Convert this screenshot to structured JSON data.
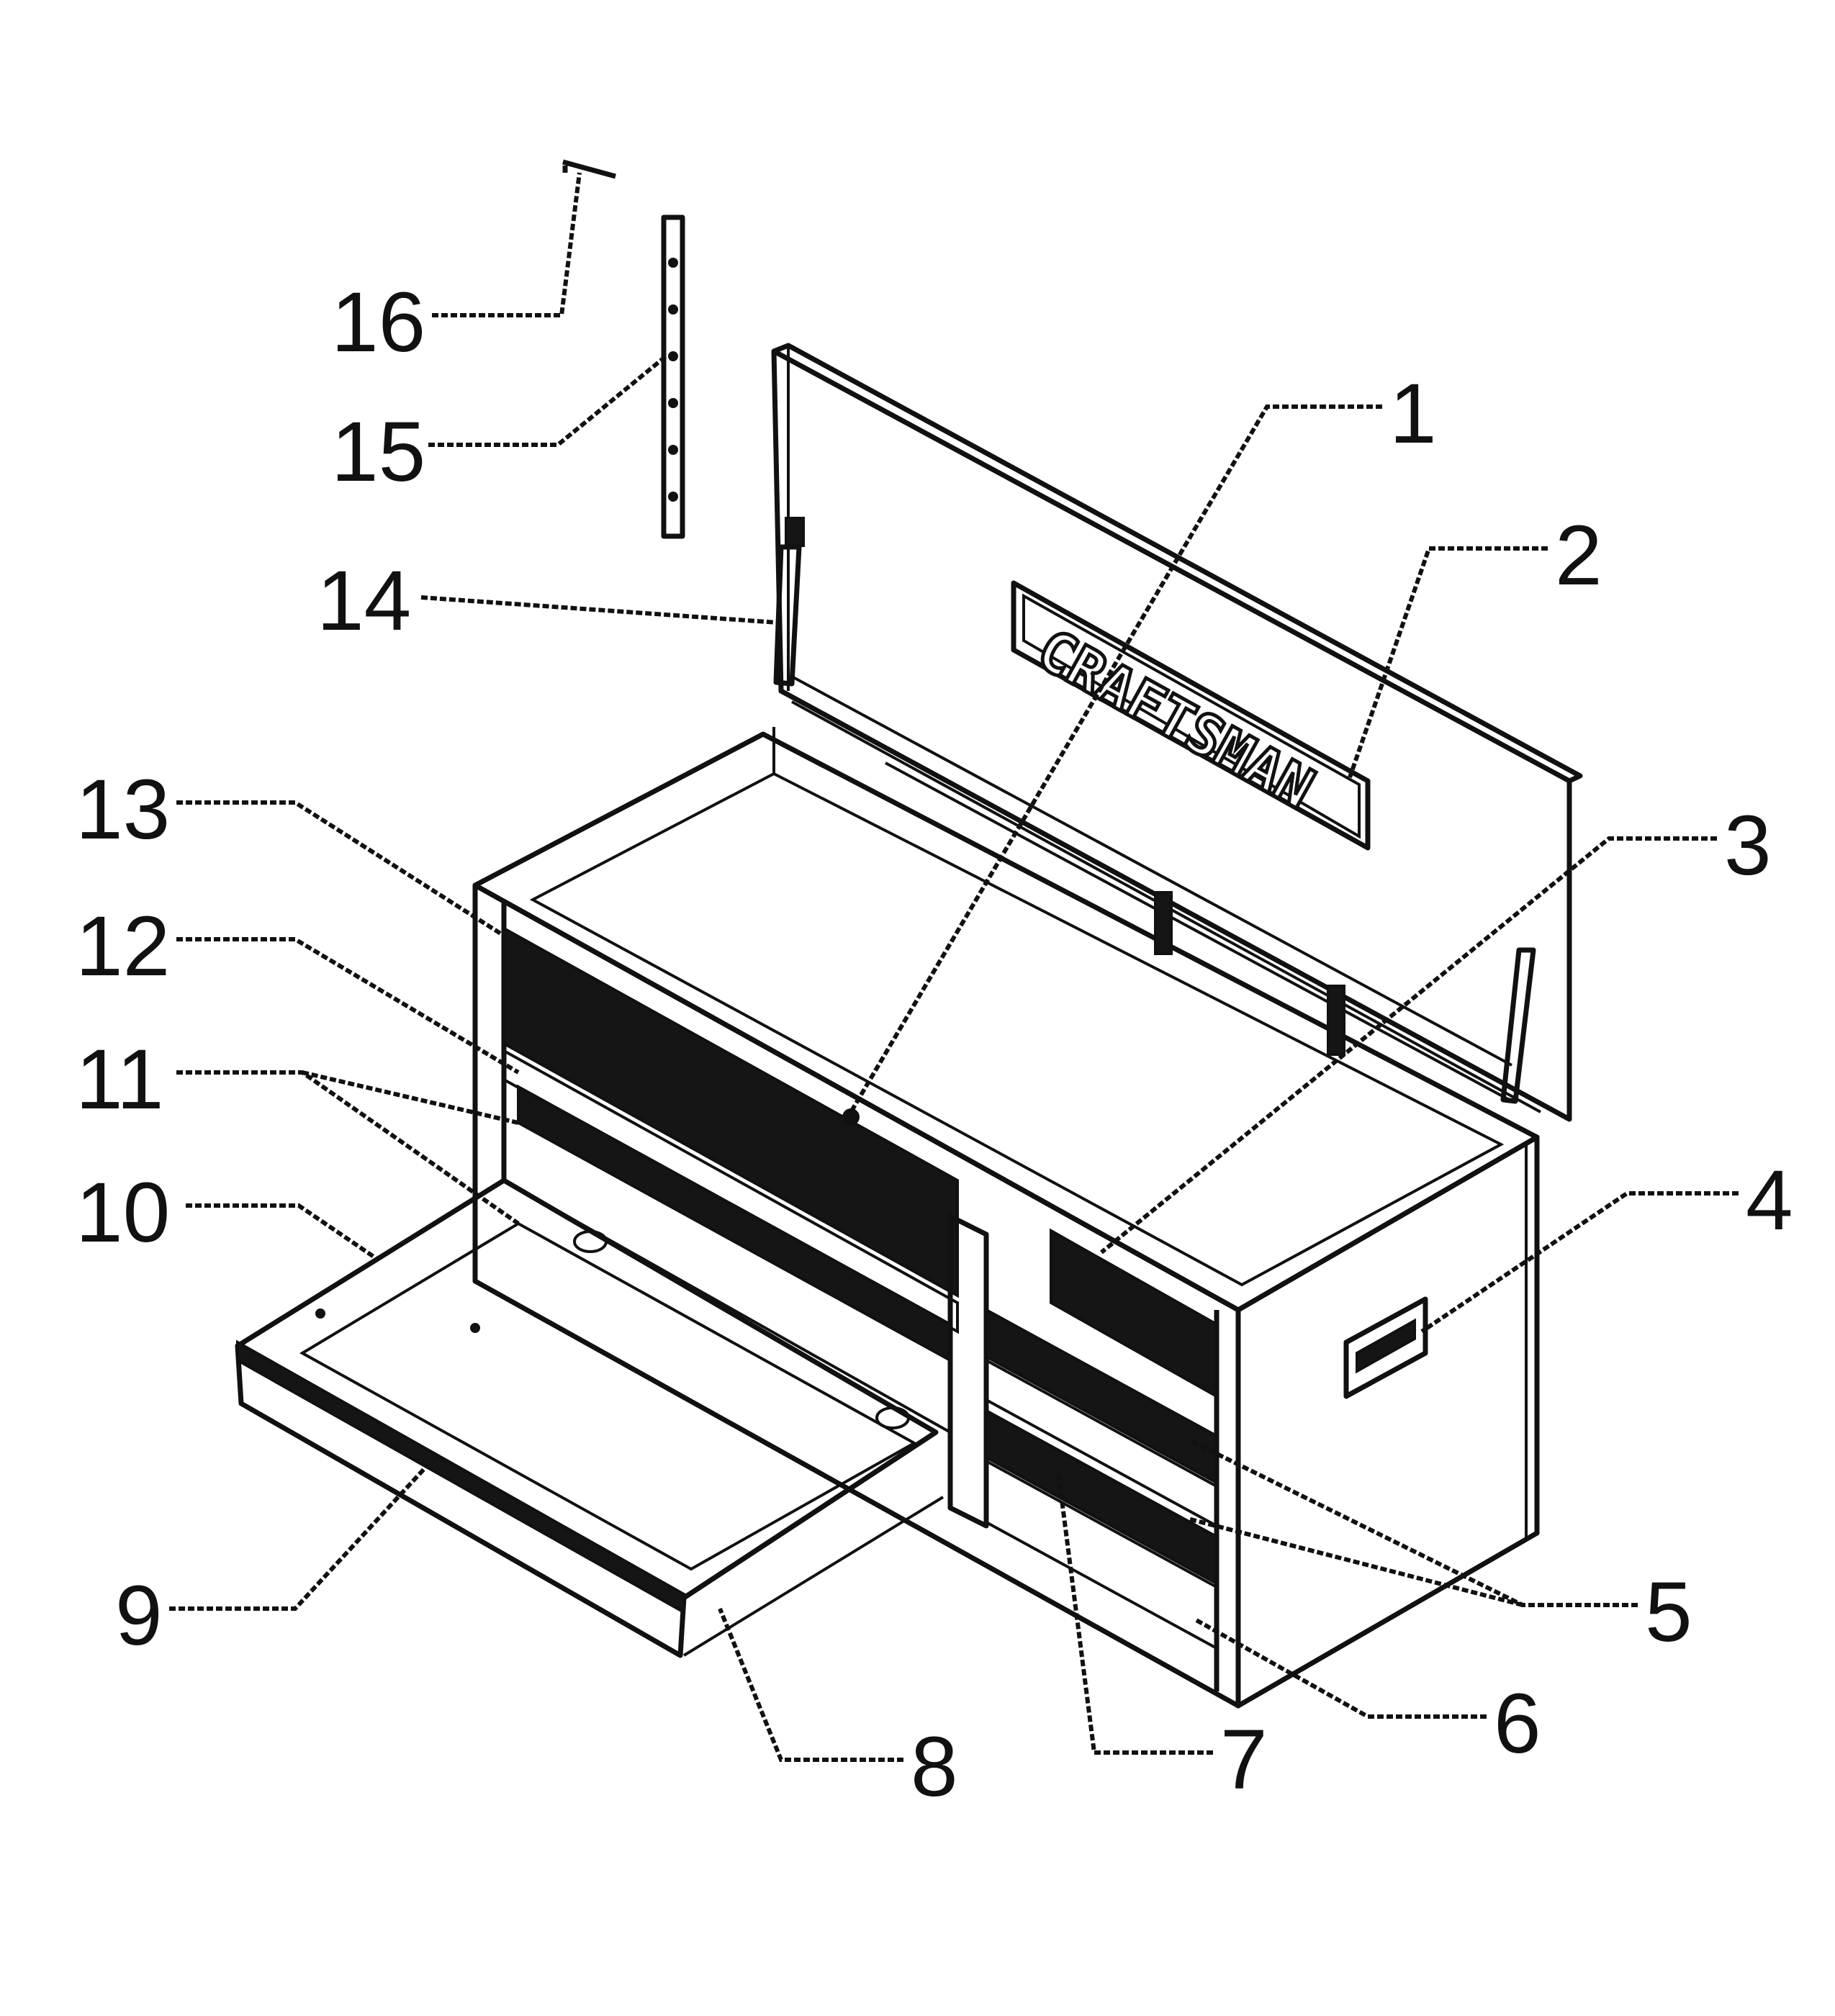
{
  "diagram": {
    "brand_label": "CRAFTSMAN",
    "callouts": [
      {
        "id": "1",
        "label": "1"
      },
      {
        "id": "2",
        "label": "2"
      },
      {
        "id": "3",
        "label": "3"
      },
      {
        "id": "4",
        "label": "4"
      },
      {
        "id": "5",
        "label": "5"
      },
      {
        "id": "6",
        "label": "6"
      },
      {
        "id": "7",
        "label": "7"
      },
      {
        "id": "8",
        "label": "8"
      },
      {
        "id": "9",
        "label": "9"
      },
      {
        "id": "10",
        "label": "10"
      },
      {
        "id": "11",
        "label": "11"
      },
      {
        "id": "12",
        "label": "12"
      },
      {
        "id": "13",
        "label": "13"
      },
      {
        "id": "14",
        "label": "14"
      },
      {
        "id": "15",
        "label": "15"
      },
      {
        "id": "16",
        "label": "16"
      }
    ]
  }
}
